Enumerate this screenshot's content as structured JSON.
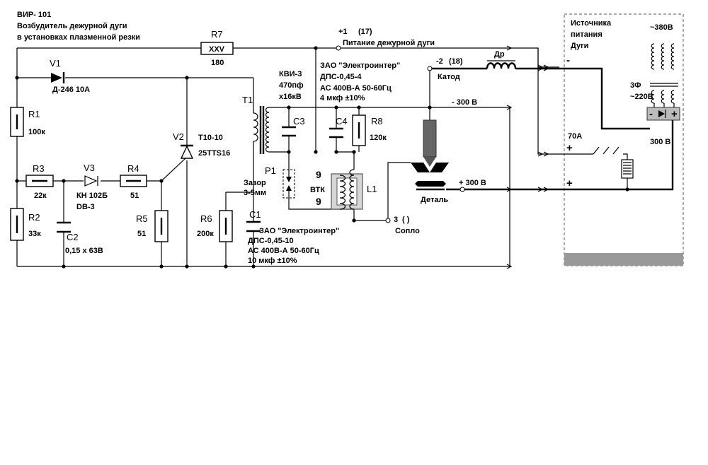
{
  "title": {
    "line1": "ВИР- 101",
    "line2": "Возбудитель дежурной дуги",
    "line3": "в установках плазменной резки"
  },
  "components": {
    "r7": {
      "ref": "R7",
      "mark": "XXV",
      "value": "180"
    },
    "v1": {
      "ref": "V1",
      "value": "Д-246 10А"
    },
    "r1": {
      "ref": "R1",
      "value": "100к"
    },
    "r3": {
      "ref": "R3",
      "value": "22к"
    },
    "v3": {
      "ref": "V3",
      "value1": "КН 102Б",
      "value2": "DB-3"
    },
    "r4": {
      "ref": "R4",
      "value": "51"
    },
    "r2": {
      "ref": "R2",
      "value": "33к"
    },
    "c2": {
      "ref": "C2",
      "value": "0,15 х 63В"
    },
    "r5": {
      "ref": "R5",
      "value": "51"
    },
    "v2": {
      "ref": "V2",
      "value1": "Т10-10",
      "value2": "25TTS16"
    },
    "t1": {
      "ref": "T1"
    },
    "c3": {
      "ref": "C3",
      "value1": "КВИ-3",
      "value2": "470пф",
      "value3": "х16кВ"
    },
    "p1": {
      "ref": "P1",
      "value1": "Зазор",
      "value2": "3-5мм"
    },
    "r6": {
      "ref": "R6",
      "value": "200к"
    },
    "c1": {
      "ref": "C1",
      "line1": "ЗАО \"Электроинтер\"",
      "line2": "ДПС-0,45-10",
      "line3": "АС 400В-А  50-60Гц",
      "line4": "10 мкф  ±10%"
    },
    "c4": {
      "ref": "C4",
      "line1": "ЗАО \"Электроинтер\"",
      "line2": "ДПС-0,45-4",
      "line3": "АС 400В-А 50-60Гц",
      "line4": "4 мкф  ±10%"
    },
    "r8": {
      "ref": "R8",
      "value": "120к"
    },
    "l1": {
      "ref": "L1",
      "turns_top": "9",
      "turns_bottom": "9",
      "core": "ВТК"
    },
    "dr": {
      "ref": "Др"
    }
  },
  "terminals": {
    "t1": {
      "label": "+1",
      "number": "(17)",
      "name": "Питание дежурной дуги"
    },
    "t2": {
      "label": "-2",
      "number": "(18)",
      "name": "Катод"
    },
    "t3": {
      "label": "3",
      "number": "( )",
      "name": "Сопло"
    },
    "neg300": "- 300 В",
    "pos300": "+ 300 В",
    "detail": "Деталь"
  },
  "source": {
    "title1": "Источника",
    "title2": "питания",
    "title3": "Дуги",
    "v380": "~380В",
    "phase": "3Ф",
    "v220": "~220В",
    "dc": "300 В",
    "current": "70А",
    "minus": "-",
    "plus_top": "+",
    "plus_bottom": "+",
    "bridge_minus": "-",
    "bridge_plus": "+"
  }
}
